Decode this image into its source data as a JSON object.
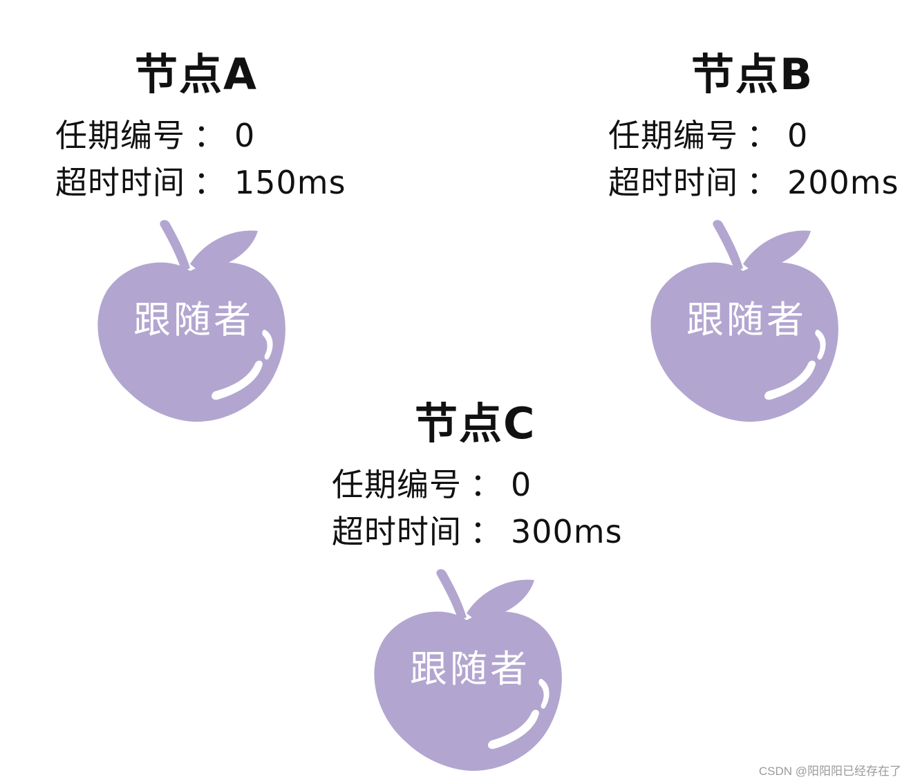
{
  "colors": {
    "apple_fill": "#b2a6d0",
    "highlight": "#ffffff",
    "text": "#111111"
  },
  "nodes": [
    {
      "title": "节点A",
      "term_label": "任期编号",
      "term_value": "0",
      "timeout_label": "超时时间",
      "timeout_value": "150ms",
      "role": "跟随者"
    },
    {
      "title": "节点B",
      "term_label": "任期编号",
      "term_value": "0",
      "timeout_label": "超时时间",
      "timeout_value": "200ms",
      "role": "跟随者"
    },
    {
      "title": "节点C",
      "term_label": "任期编号",
      "term_value": "0",
      "timeout_label": "超时时间",
      "timeout_value": "300ms",
      "role": "跟随者"
    }
  ],
  "separator": "：",
  "watermark": "CSDN @阳阳阳已经存在了",
  "icons": {
    "apple": "apple-icon"
  }
}
